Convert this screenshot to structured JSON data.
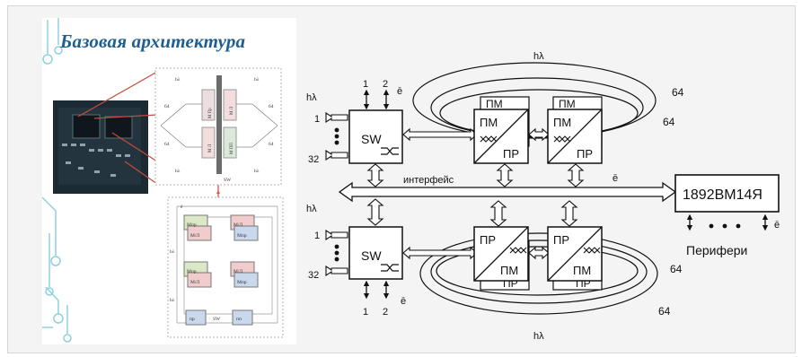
{
  "slide": {
    "title": "Базовая архитектура",
    "thumb_labels": {
      "hl_top_left": "hλ",
      "hl_top_right": "hλ",
      "n64_left_top": "64",
      "n64_right_top": "64",
      "n64_left_bottom": "64",
      "n64_right_bottom": "64",
      "mpr_top": "М Пр",
      "ml_top": "М Л",
      "ml_bottom": "М Л",
      "mpr_bottom": "М ПП",
      "hl_bot_left": "hλ",
      "hl_bot_right": "hλ",
      "sw_top": "SW",
      "mpr_a": "Мпр",
      "ml_a": "М/Л",
      "ml_b": "М/Л",
      "mpr_b": "Мпр",
      "mpr_c": "Мпр",
      "ml_c": "М/Л",
      "ml_d": "М/Л",
      "mpr_d": "Мпр",
      "pr_bottom_left": "пр",
      "sw_bottom": "SW",
      "pr_bottom_right": "пп",
      "hl_grid_top": "hλ",
      "hl_grid_bottom": "hλ",
      "e_mark": "ē"
    }
  },
  "diagram": {
    "top_hlambda": "hλ",
    "bottom_hlambda": "hλ",
    "top_sw": {
      "label": "SW",
      "port_top_1": "1",
      "port_top_2": "2",
      "e_label": "ē",
      "left_hl": "hλ",
      "left_1": "1",
      "left_32": "32"
    },
    "bottom_sw": {
      "label": "SW",
      "port_bottom_1": "1",
      "port_bottom_2": "2",
      "e_label": "ē",
      "left_hl": "hλ",
      "left_1": "1",
      "left_32": "32"
    },
    "top_blocks": [
      {
        "upper": "ПМ",
        "lower": "ПР",
        "shadow": "ПМ"
      },
      {
        "upper": "ПМ",
        "lower": "ПР",
        "shadow": "ПМ"
      }
    ],
    "bottom_blocks": [
      {
        "upper": "ПР",
        "lower": "ПМ",
        "shadow": "ПР"
      },
      {
        "upper": "ПР",
        "lower": "ПМ",
        "shadow": "ПР"
      }
    ],
    "top_64_outer": "64",
    "top_64_inner": "64",
    "bottom_64_inner": "64",
    "bottom_64_outer": "64",
    "bus_label": "интерфейс",
    "bus_e": "ē",
    "cpu_label": "1892ВМ14Я",
    "cpu_e": "ē",
    "peripherals_label": "Перифери"
  }
}
